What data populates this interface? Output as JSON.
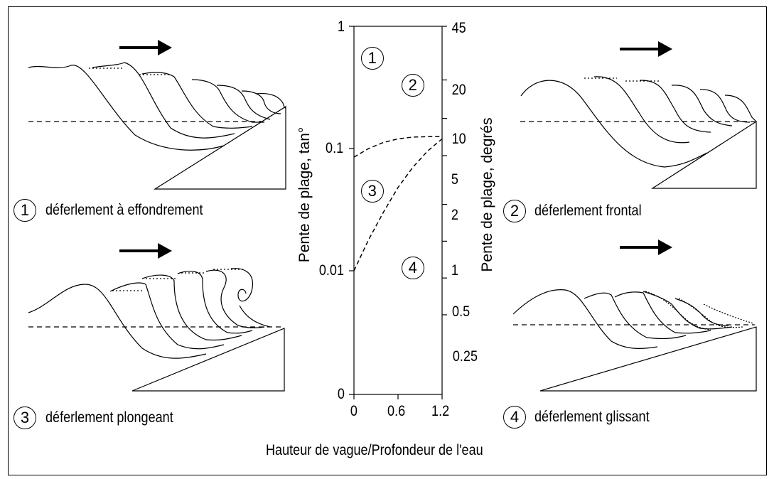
{
  "panels": {
    "p1": {
      "number": "1",
      "caption": "déferlement à effondrement"
    },
    "p2": {
      "number": "2",
      "caption": "déferlement frontal"
    },
    "p3": {
      "number": "3",
      "caption": "déferlement plongeant"
    },
    "p4": {
      "number": "4",
      "caption": "déferlement glissant"
    }
  },
  "chart": {
    "left_axis_label": "Pente de plage, tan°",
    "right_axis_label": "Pente de plage, degrés",
    "x_axis_label": "Hauteur de vague/Profondeur de l'eau",
    "left_ticks": [
      "1",
      "0.1",
      "0.01",
      "0"
    ],
    "right_ticks": [
      "45",
      "20",
      "10",
      "5",
      "2",
      "1",
      "0.5",
      "0.25"
    ],
    "x_ticks": [
      "0",
      "0.6",
      "1.2"
    ],
    "regions": [
      "1",
      "2",
      "3",
      "4"
    ]
  },
  "chart_data": {
    "type": "line",
    "xlabel": "Hauteur de vague/Profondeur de l'eau",
    "ylabel": "Pente de plage, tan°",
    "y2label": "Pente de plage, degrés",
    "x_ticks": [
      0,
      0.6,
      1.2
    ],
    "y_ticks": [
      1,
      0.1,
      0.01,
      0
    ],
    "y2_ticks": [
      45,
      20,
      10,
      5,
      2,
      1,
      0.5,
      0.25
    ],
    "xlim": [
      0,
      1.2
    ],
    "ylim": [
      0.001,
      1
    ],
    "yscale": "log",
    "series": [
      {
        "x": [
          0,
          0.2,
          0.4,
          0.6,
          0.8,
          1.0,
          1.2
        ],
        "y": [
          0.085,
          0.1,
          0.112,
          0.12,
          0.124,
          0.125,
          0.125
        ]
      },
      {
        "x": [
          0,
          0.2,
          0.4,
          0.6,
          0.8,
          1.0,
          1.2
        ],
        "y": [
          0.01,
          0.018,
          0.03,
          0.048,
          0.07,
          0.095,
          0.12
        ]
      }
    ],
    "regions": [
      {
        "label": "1",
        "x": 0.25,
        "y": 0.55
      },
      {
        "label": "2",
        "x": 0.8,
        "y": 0.33
      },
      {
        "label": "3",
        "x": 0.25,
        "y": 0.045
      },
      {
        "label": "4",
        "x": 0.8,
        "y": 0.0105
      }
    ]
  }
}
